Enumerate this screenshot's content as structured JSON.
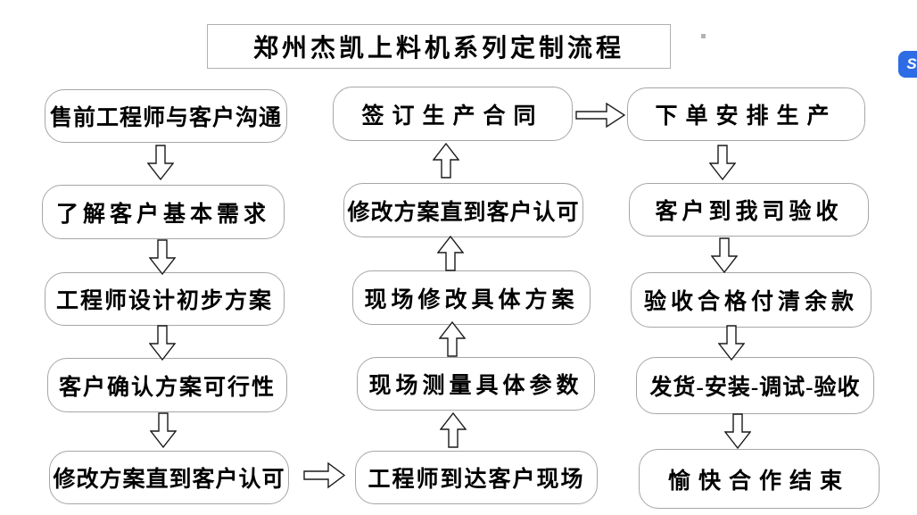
{
  "title": "郑州杰凯上料机系列定制流程",
  "steps": {
    "left": [
      "售前工程师与客户沟通",
      "了解客户基本需求",
      "工程师设计初步方案",
      "客户确认方案可行性",
      "修改方案直到客户认可"
    ],
    "middle": [
      "签订生产合同",
      "修改方案直到客户认可",
      "现场修改具体方案",
      "现场测量具体参数",
      "工程师到达客户现场"
    ],
    "right": [
      "下单安排生产",
      "客户到我司验收",
      "验收合格付清余款",
      "发货-安装-调试-验收",
      "愉快合作结束"
    ]
  },
  "arrows": {
    "left_column_direction": "down",
    "middle_column_direction": "up",
    "right_column_direction": "down",
    "left_bottom_to_middle_bottom": "right",
    "middle_top_to_right_top": "right"
  },
  "floating_icon": {
    "glyph": "S",
    "color": "#2d6ce5"
  },
  "colors": {
    "background": "#ffffff",
    "box_border": "#a6a6a6",
    "text": "#000000"
  }
}
